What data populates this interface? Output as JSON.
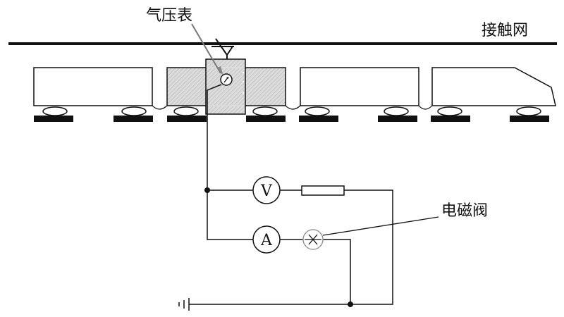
{
  "labels": {
    "pressure_gauge": "气压表",
    "catenary": "接触网",
    "solenoid_valve": "电磁阀"
  },
  "meters": {
    "voltmeter": "V",
    "ammeter": "A"
  },
  "colors": {
    "ink": "#111111",
    "hatch": "#d9d9d9",
    "valve_fill": "#ffffff"
  },
  "components": [
    "catenary-wire",
    "pantograph",
    "train-car-1",
    "train-car-2-hatched",
    "train-car-3",
    "train-head-car",
    "pressure-gauge",
    "voltmeter",
    "resistor",
    "ammeter",
    "solenoid-valve",
    "ground-symbol"
  ]
}
